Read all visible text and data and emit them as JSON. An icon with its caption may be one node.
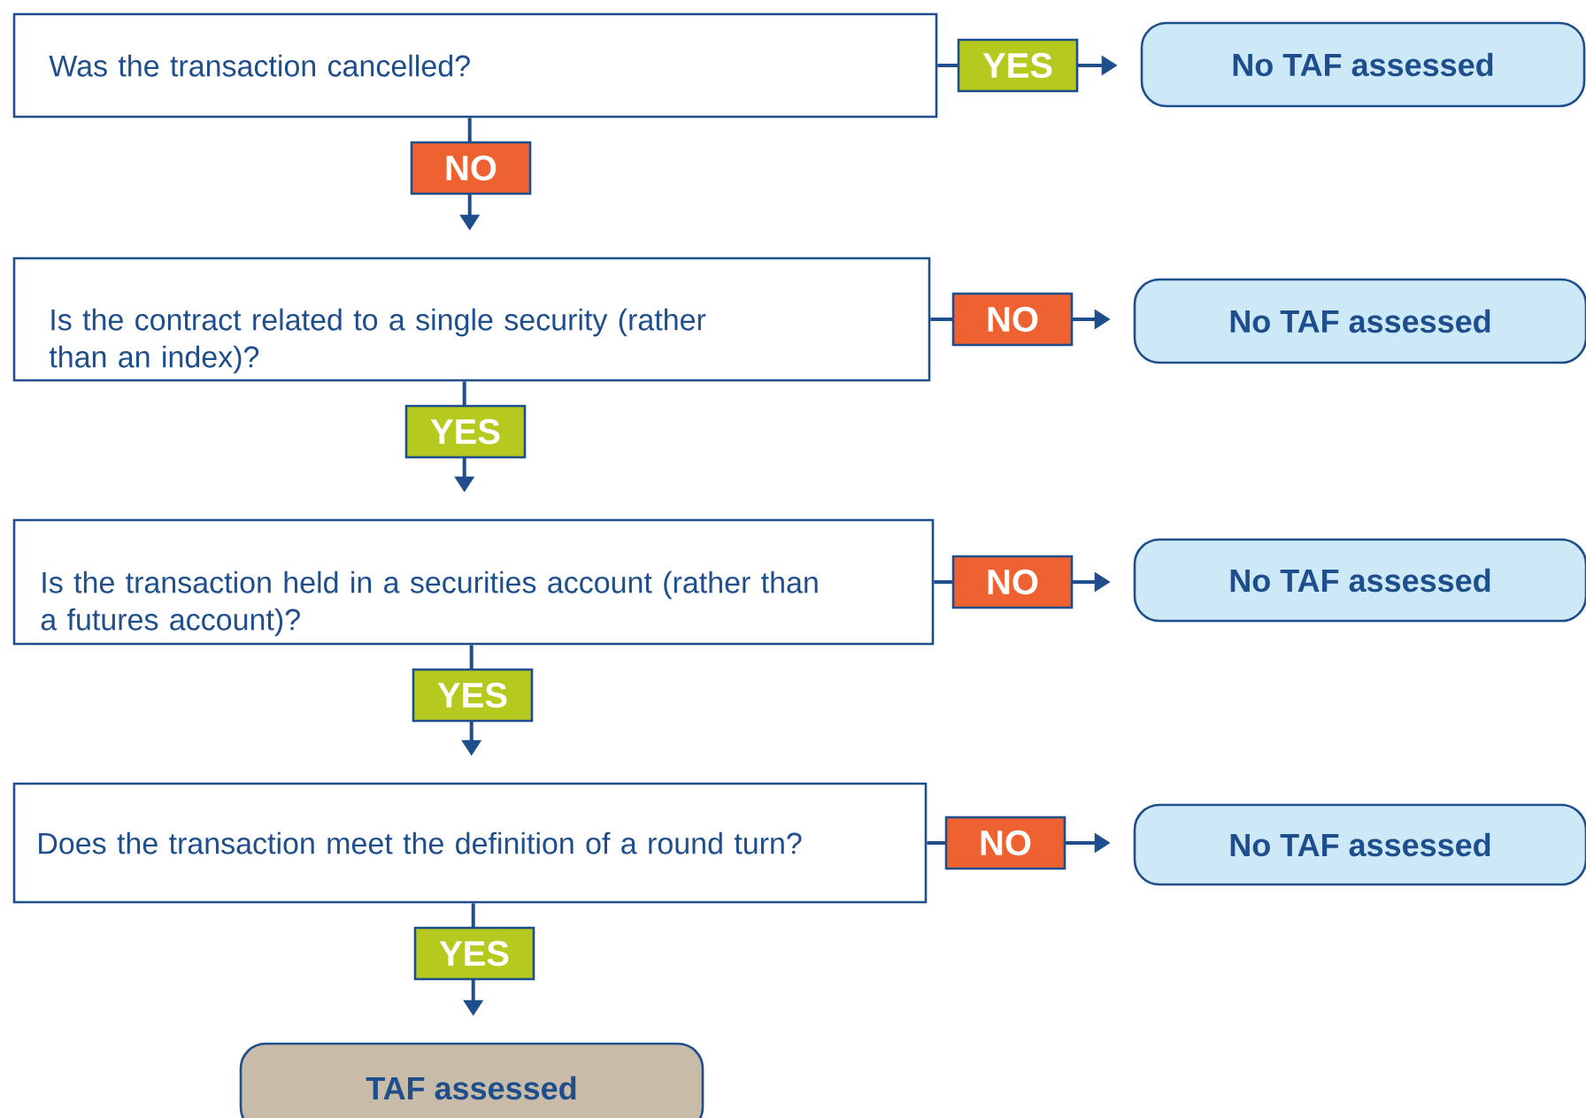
{
  "diagram": {
    "nodes": [
      {
        "text": [
          "Was the transaction cancelled?"
        ]
      },
      {
        "text": [
          "Is the contract related to a single security (rather than an index)?"
        ]
      },
      {
        "text": [
          "Is the transaction held in a securities account (rather than a futures account)?"
        ]
      },
      {
        "text": [
          "Does the transaction meet the definition of a round turn?"
        ]
      },
      {
        "text": [
          "No TAF assessed"
        ]
      },
      {
        "text": [
          "No TAF assessed"
        ]
      },
      {
        "text": [
          "No TAF assessed"
        ]
      },
      {
        "text": [
          "No TAF assessed"
        ]
      },
      {
        "text": [
          "TAF assessed"
        ]
      }
    ],
    "edges": [
      {
        "from": 0,
        "to": 4,
        "arrow": "to",
        "label": "YES"
      },
      {
        "from": 0,
        "to": 1,
        "arrow": "to",
        "label": "NO"
      },
      {
        "from": 1,
        "to": 5,
        "arrow": "to",
        "label": "NO"
      },
      {
        "from": 1,
        "to": 2,
        "arrow": "to",
        "label": "YES"
      },
      {
        "from": 2,
        "to": 6,
        "arrow": "to",
        "label": "NO"
      },
      {
        "from": 2,
        "to": 3,
        "arrow": "to",
        "label": "YES"
      },
      {
        "from": 3,
        "to": 7,
        "arrow": "to",
        "label": "NO"
      },
      {
        "from": 3,
        "to": 8,
        "arrow": "to",
        "label": "YES"
      }
    ]
  }
}
